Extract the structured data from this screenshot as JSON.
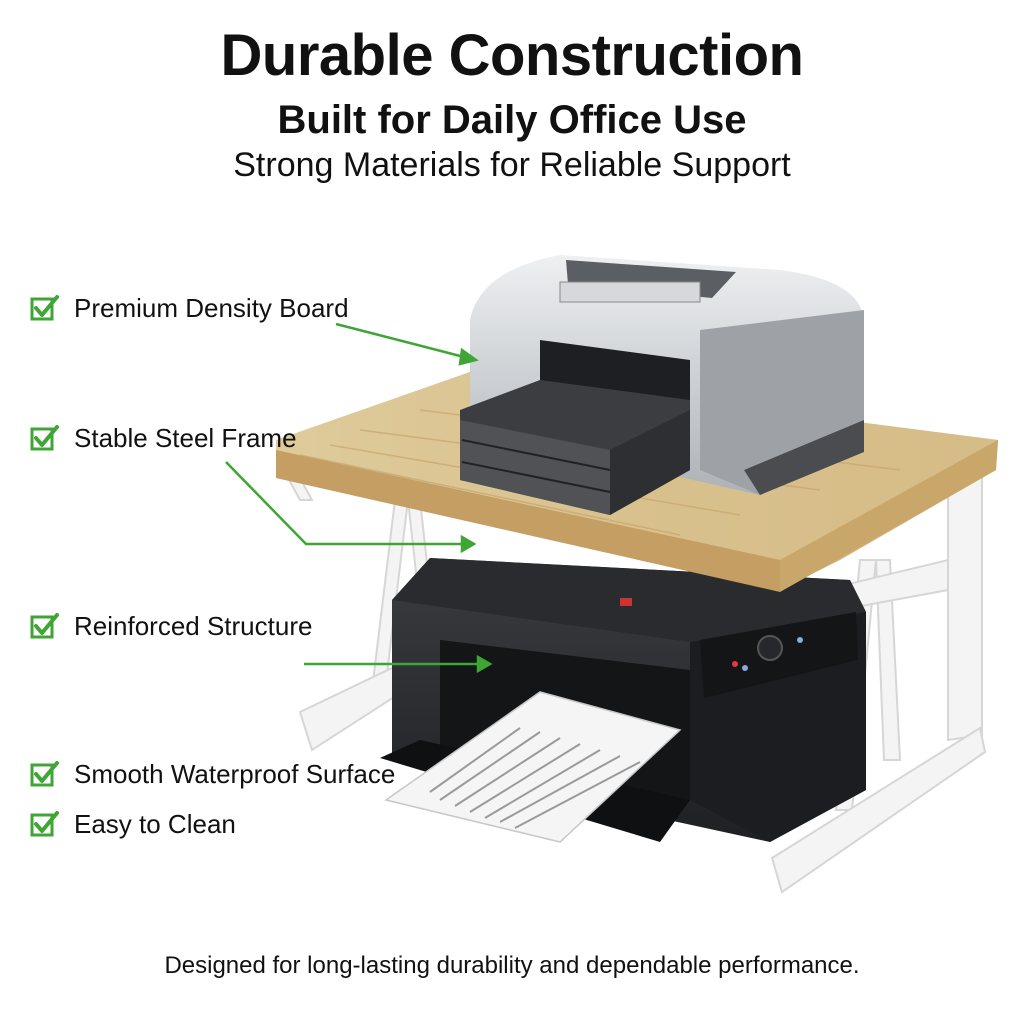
{
  "header": {
    "title": "Durable Construction",
    "subtitle": "Built for Daily Office Use",
    "tagline": "Strong Materials for Reliable Support"
  },
  "features": [
    {
      "label": "Premium Density Board",
      "icon": "green-check-icon"
    },
    {
      "label": "Stable Steel Frame",
      "icon": "green-check-icon"
    },
    {
      "label": "Reinforced Structure",
      "icon": "green-check-icon"
    },
    {
      "label": "Smooth Waterproof Surface",
      "icon": "green-check-icon"
    },
    {
      "label": "Easy to Clean",
      "icon": "green-check-icon"
    }
  ],
  "footer": {
    "text": "Designed for long-lasting durability and dependable performance."
  },
  "colors": {
    "accent_green": "#3fa535",
    "wood": "#d8c08e",
    "frame": "#f2f2f2",
    "printer_dark": "#2d2f33",
    "printer_silver": "#c9ccd0"
  }
}
